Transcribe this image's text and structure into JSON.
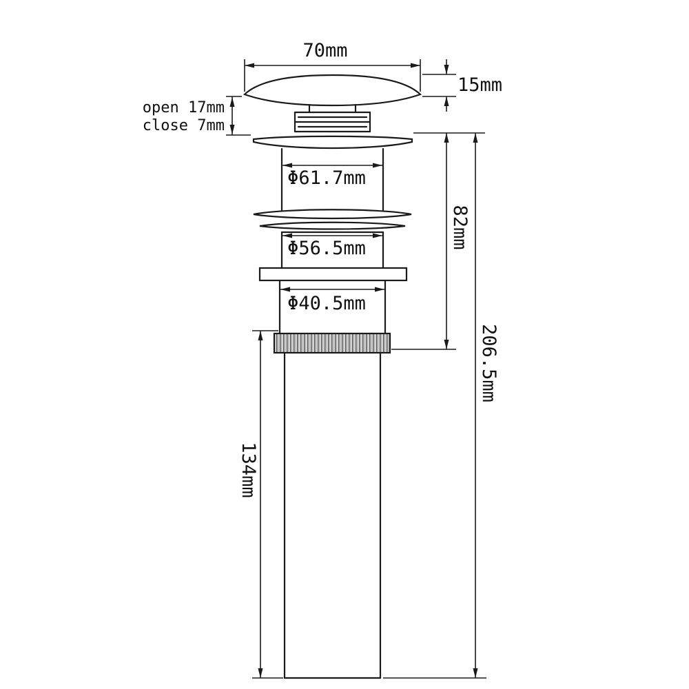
{
  "colors": {
    "background": "#ffffff",
    "line_color": "#1a1a1a",
    "knurl_fill": "#dcdcdc"
  },
  "labels": {
    "cap_width": "70mm",
    "cap_height": "15mm",
    "travel_open": "open 17mm",
    "travel_close": "close 7mm",
    "dia_upper": "Φ61.7mm",
    "dia_mid": "Φ56.5mm",
    "dia_lower": "Φ40.5mm",
    "upper_height": "82mm",
    "total_height": "206.5mm",
    "tail_length": "134mm"
  }
}
